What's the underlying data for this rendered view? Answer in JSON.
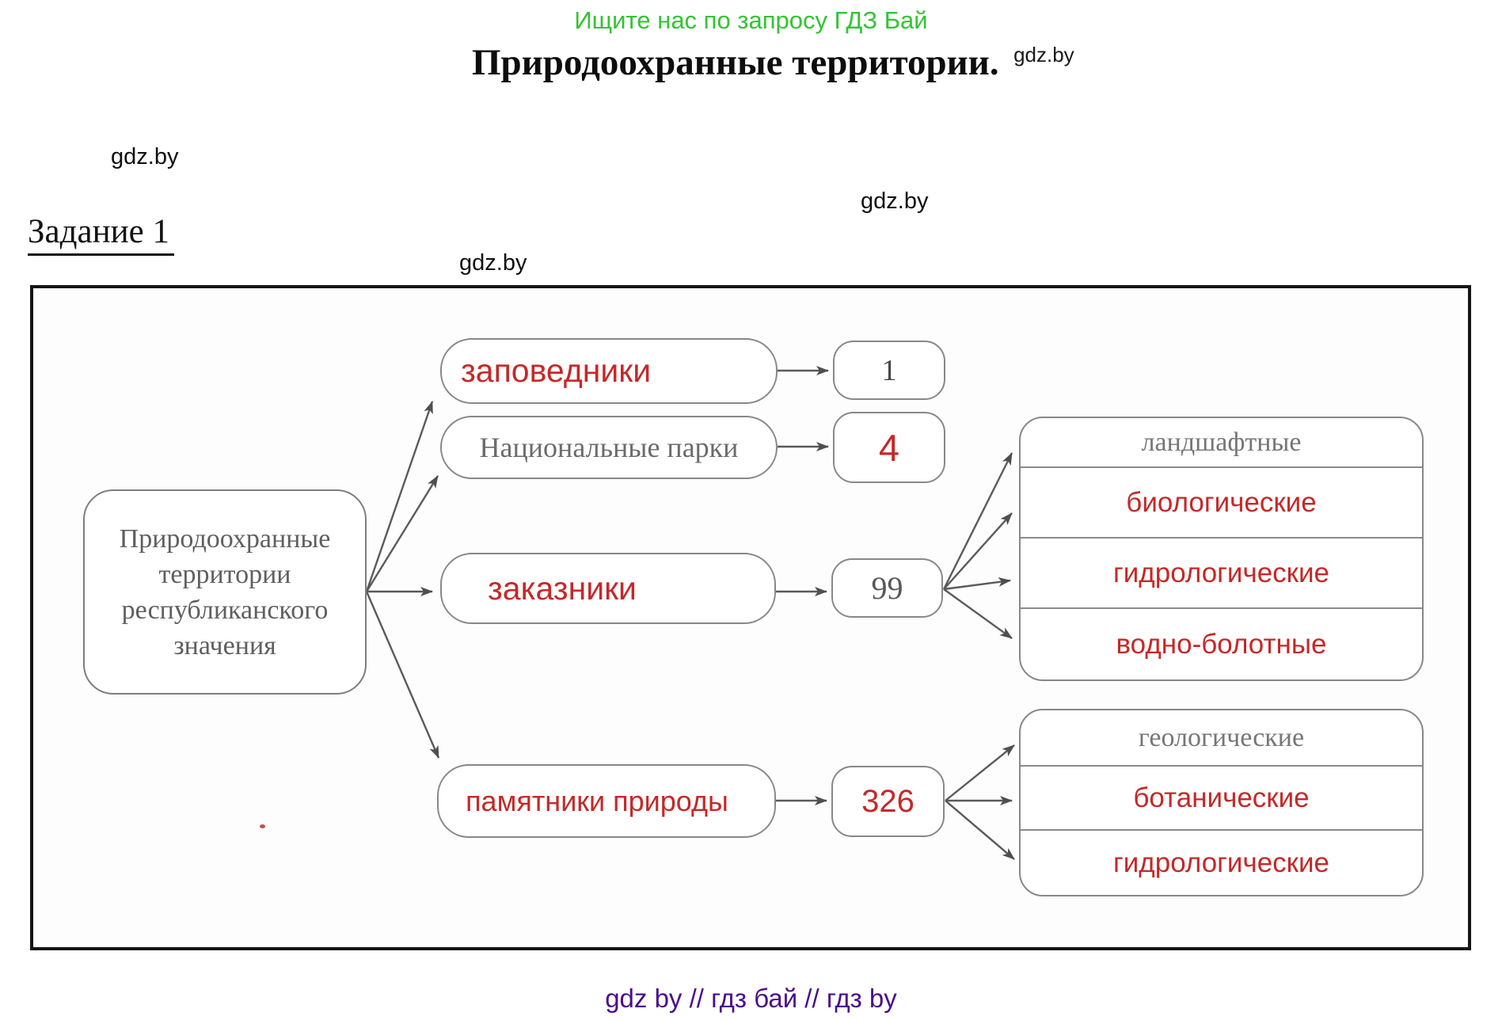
{
  "watermark": "gdz.by",
  "header": {
    "promo": "Ищите нас по запросу ГДЗ Бай",
    "title": "Природоохранные территории.",
    "title_sup": "gdz.by",
    "task": "Задание 1"
  },
  "footer": {
    "text": "gdz by  //  гдз бай  //  гдз by"
  },
  "colors": {
    "accent_red": "#c62828",
    "muted_gray": "#6b6b6b",
    "promo_green": "#33c433",
    "footer_purple": "#4b0d8c",
    "box_border_gray": "#888888",
    "outer_border_black": "#151515",
    "watermark_black": "#0f0f0f"
  },
  "diagram": {
    "root_lines": [
      "Природоохранные",
      "территории",
      "республиканского",
      "значения"
    ],
    "categories": [
      {
        "name": "заповедники",
        "count": "1"
      },
      {
        "name": "Национальные парки",
        "count": "4"
      },
      {
        "name": "заказники",
        "count": "99"
      },
      {
        "name": "памятники природы",
        "count": "326"
      }
    ],
    "zakazniki_types": [
      "ландшафтные",
      "биологические",
      "гидрологические",
      "водно-болотные"
    ],
    "pamyatniki_types": [
      "геологические",
      "ботанические",
      "гидрологические"
    ]
  }
}
